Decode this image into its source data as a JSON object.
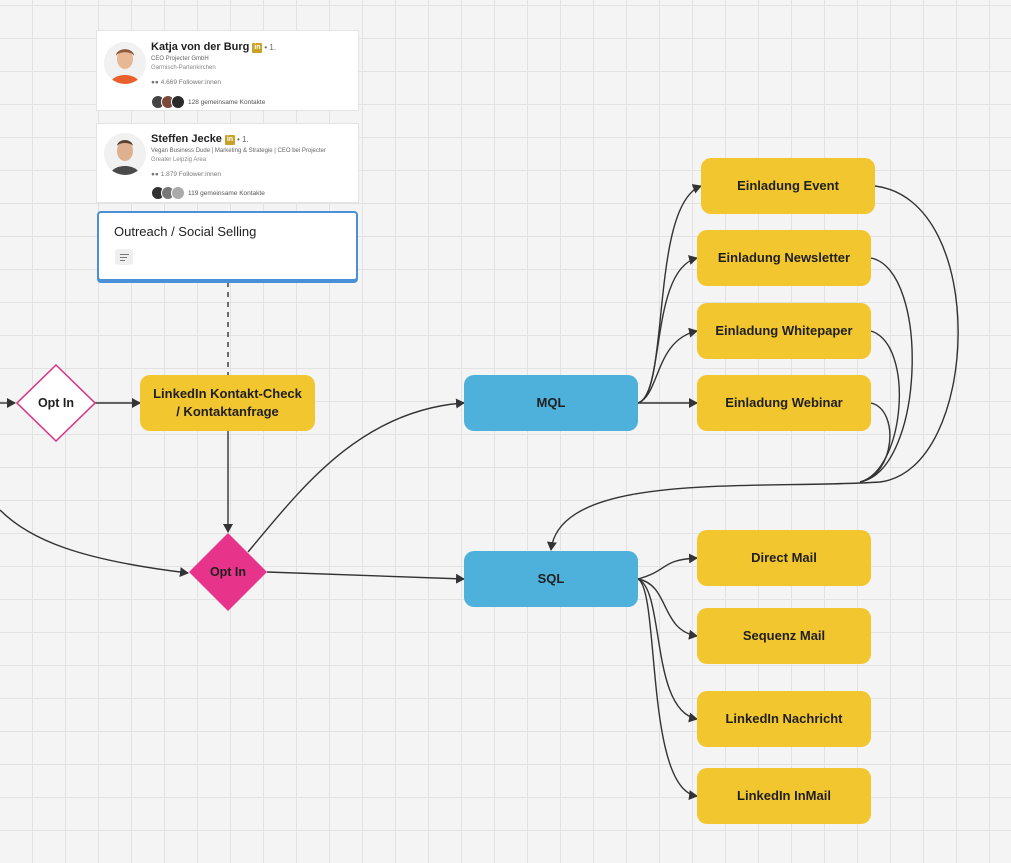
{
  "profiles": [
    {
      "name": "Katja von der Burg",
      "badge": "in",
      "degree": "• 1.",
      "headline": "CEO Projecter GmbH",
      "location": "Garmisch-Partenkirchen",
      "followers": "4.669 Follower:innen",
      "mutual": "128 gemeinsame Kontakte"
    },
    {
      "name": "Steffen Jecke",
      "badge": "in",
      "degree": "• 1.",
      "headline": "Vegan Business Dude | Marketing & Strategie | CEO bei Projecter",
      "location": "Greater Leipzig Area",
      "followers": "1.879 Follower:innen",
      "mutual": "119 gemeinsame Kontakte"
    }
  ],
  "outreach": {
    "title": "Outreach / Social Selling",
    "icon": "description-icon"
  },
  "nodes": {
    "opt_in_left": "Opt In",
    "linkedin_check": "LinkedIn Kontakt-Check / Kontaktanfrage",
    "opt_in_center": "Opt In",
    "mql": "MQL",
    "sql": "SQL",
    "einladung_event": "Einladung Event",
    "einladung_newsletter": "Einladung Newsletter",
    "einladung_whitepaper": "Einladung Whitepaper",
    "einladung_webinar": "Einladung Webinar",
    "direct_mail": "Direct Mail",
    "sequenz_mail": "Sequenz Mail",
    "linkedin_nachricht": "LinkedIn Nachricht",
    "linkedin_inmail": "LinkedIn InMail"
  },
  "colors": {
    "yellow": "#f2c62f",
    "blue": "#4db1dc",
    "magenta": "#e8338a",
    "outline_magenta": "#d63384",
    "outreach_border": "#4a90d9",
    "edge": "#333333"
  }
}
